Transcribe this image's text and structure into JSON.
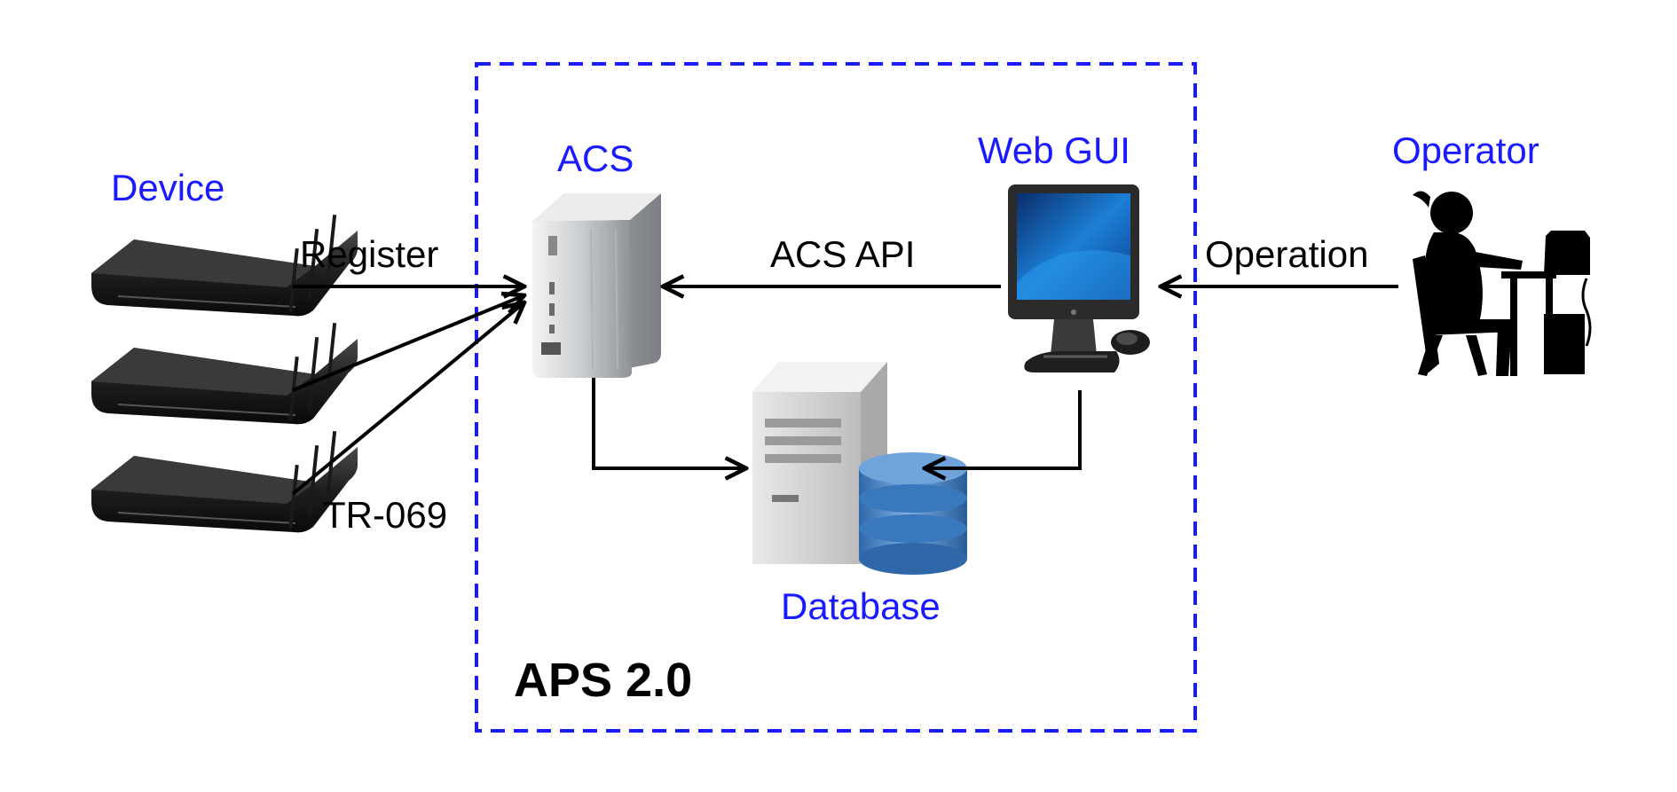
{
  "system": {
    "title": "APS 2.0",
    "boundary_color": "#1a1aff"
  },
  "nodes": {
    "device": {
      "label": "Device",
      "icon": "router-icon",
      "count": 3
    },
    "acs": {
      "label": "ACS",
      "icon": "server-box-icon"
    },
    "web_gui": {
      "label": "Web GUI",
      "icon": "monitor-icon"
    },
    "operator": {
      "label": "Operator",
      "icon": "person-at-computer-icon"
    },
    "database": {
      "label": "Database",
      "icon": "database-icon"
    }
  },
  "edges": {
    "register": {
      "label": "Register"
    },
    "tr069": {
      "label": "TR-069"
    },
    "acs_api": {
      "label": "ACS API"
    },
    "operation": {
      "label": "Operation"
    }
  },
  "colors": {
    "label_blue": "#1a1aff",
    "connector": "#000000"
  }
}
